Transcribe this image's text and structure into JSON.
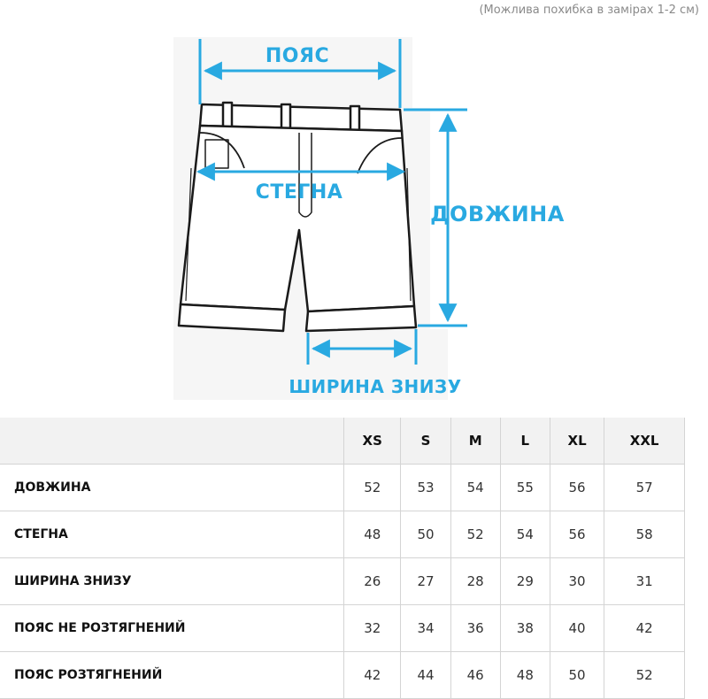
{
  "note": "(Можлива похибка в замірах 1-2 см)",
  "diagram": {
    "waist_label": "ПОЯС",
    "hips_label": "СТЕГНА",
    "length_label": "ДОВЖИНА",
    "hem_label": "ШИРИНА ЗНИЗУ",
    "accent_color": "#29a9e1"
  },
  "table": {
    "sizes": [
      "XS",
      "S",
      "M",
      "L",
      "XL",
      "XXL"
    ],
    "rows": [
      {
        "label": "ДОВЖИНА",
        "values": [
          "52",
          "53",
          "54",
          "55",
          "56",
          "57"
        ]
      },
      {
        "label": "СТЕГНА",
        "values": [
          "48",
          "50",
          "52",
          "54",
          "56",
          "58"
        ]
      },
      {
        "label": "ШИРИНА ЗНИЗУ",
        "values": [
          "26",
          "27",
          "28",
          "29",
          "30",
          "31"
        ]
      },
      {
        "label": "ПОЯС НЕ РОЗТЯГНЕНИЙ",
        "values": [
          "32",
          "34",
          "36",
          "38",
          "40",
          "42"
        ]
      },
      {
        "label": "ПОЯС РОЗТЯГНЕНИЙ",
        "values": [
          "42",
          "44",
          "46",
          "48",
          "50",
          "52"
        ]
      }
    ]
  }
}
